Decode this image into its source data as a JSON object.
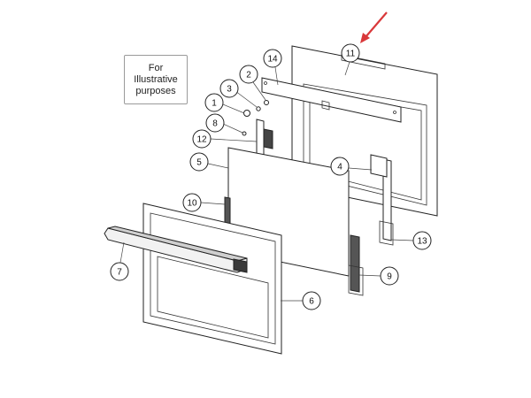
{
  "note": {
    "line1": "For",
    "line2": "Illustrative",
    "line3": "purposes"
  },
  "callouts": {
    "c1": "1",
    "c2": "2",
    "c3": "3",
    "c4": "4",
    "c5": "5",
    "c6": "6",
    "c7": "7",
    "c8": "8",
    "c9": "9",
    "c10": "10",
    "c11": "11",
    "c12": "12",
    "c13": "13",
    "c14": "14"
  },
  "colors": {
    "arrow": "#d9383a",
    "line": "#222222",
    "dark_part": "#333333"
  }
}
